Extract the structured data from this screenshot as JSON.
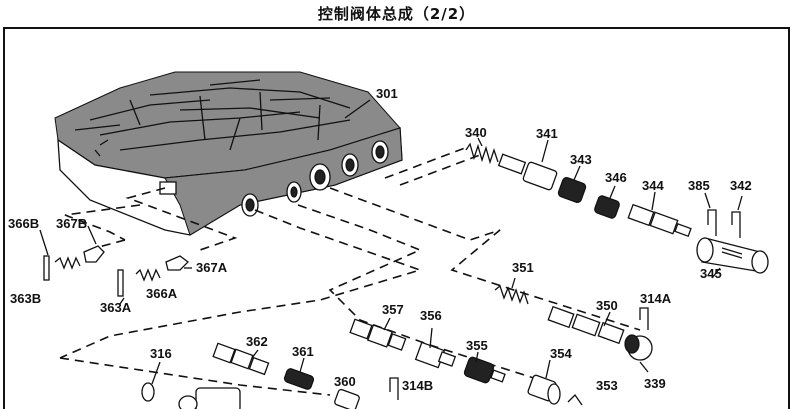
{
  "title": "控制阀体总成（2/2）",
  "labels": {
    "301": "301",
    "316": "316",
    "339": "339",
    "340": "340",
    "341": "341",
    "342": "342",
    "343": "343",
    "344": "344",
    "345": "345",
    "346": "346",
    "350": "350",
    "351": "351",
    "353": "353",
    "354": "354",
    "355": "355",
    "356": "356",
    "357": "357",
    "360": "360",
    "361": "361",
    "362": "362",
    "363A": "363A",
    "363B": "363B",
    "366A": "366A",
    "366B": "366B",
    "367A": "367A",
    "367B": "367B",
    "385": "385",
    "314A": "314A",
    "314B": "314B"
  }
}
